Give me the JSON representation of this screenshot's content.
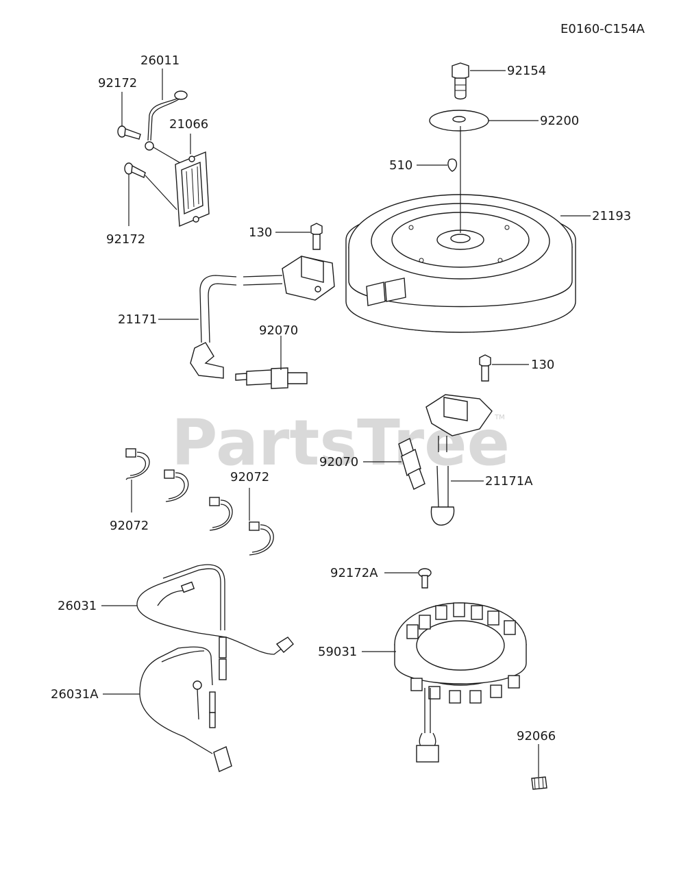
{
  "diagram_code": "E0160-C154A",
  "watermark": "PartsTree",
  "watermark_tm": "TM",
  "callouts": {
    "c26011": "26011",
    "c92172_top": "92172",
    "c21066": "21066",
    "c92172_bottom": "92172",
    "c92154": "92154",
    "c92200": "92200",
    "c510": "510",
    "c21193": "21193",
    "c130_top": "130",
    "c21171": "21171",
    "c92070_top": "92070",
    "c130_right": "130",
    "c92070_mid": "92070",
    "c21171A": "21171A",
    "c92072_left": "92072",
    "c92072_right": "92072",
    "c92172A": "92172A",
    "c26031": "26031",
    "c59031": "59031",
    "c26031A": "26031A",
    "c92066": "92066"
  }
}
